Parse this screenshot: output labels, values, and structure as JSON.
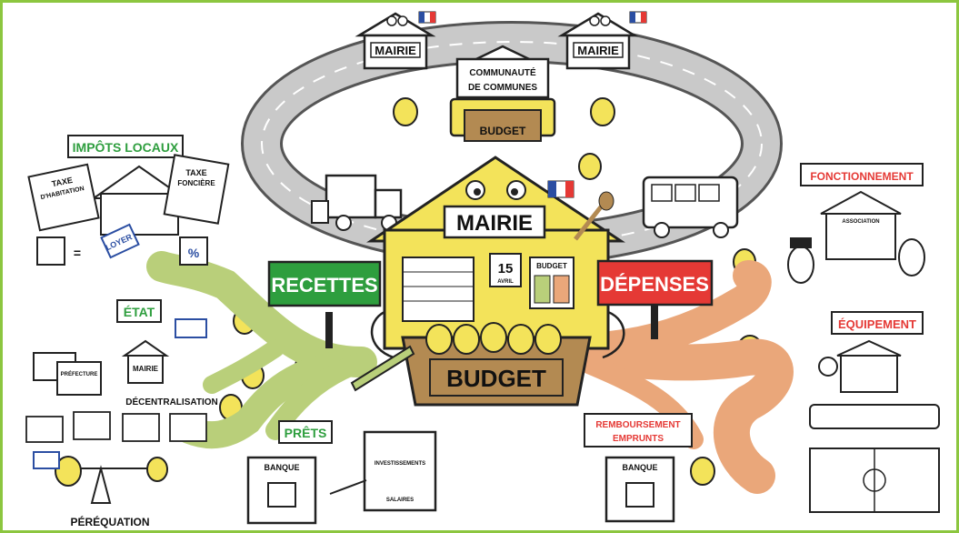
{
  "labels": {
    "mairie_top_left": "MAIRIE",
    "mairie_top_right": "MAIRIE",
    "communaute_line1": "COMMUNAUTÉ",
    "communaute_line2": "DE COMMUNES",
    "budget_top": "BUDGET",
    "mairie_center": "MAIRIE",
    "calendar_num": "15",
    "calendar_month": "AVRIL",
    "budget_small": "BUDGET",
    "budget_main": "BUDGET",
    "recettes": "RECETTES",
    "depenses": "DÉPENSES",
    "impots_locaux": "IMPÔTS LOCAUX",
    "taxe_habitation_1": "TAXE",
    "taxe_habitation_2": "D'HABITATION",
    "taxe_fonciere_1": "TAXE",
    "taxe_fonciere_2": "FONCIÈRE",
    "loyer": "LOYER",
    "etat": "ÉTAT",
    "mairie_etat": "MAIRIE",
    "prefecture": "PRÉFECTURE",
    "decentralisation": "DÉCENTRALISATION",
    "perequation": "PÉRÉQUATION",
    "prets": "PRÊTS",
    "banque_left": "BANQUE",
    "investissements": "INVESTISSEMENTS",
    "salaires": "SALAIRES",
    "fonctionnement": "FONCTIONNEMENT",
    "association": "ASSOCIATION",
    "equipement": "ÉQUIPEMENT",
    "remboursement_1": "REMBOURSEMENT",
    "remboursement_2": "EMPRUNTS",
    "banque_right": "BANQUE"
  },
  "colors": {
    "frame": "#8cc63f",
    "recettes_sign": "#2e9e3e",
    "depenses_sign": "#e53935",
    "mairie_yellow": "#f3e35a",
    "budget_brown": "#b38a52",
    "road_gray": "#c9c9c9",
    "revenue_branches": "#b9cf7a",
    "expense_branches": "#eaa77a",
    "label_green": "#2e9e3e",
    "label_red": "#e53935"
  }
}
